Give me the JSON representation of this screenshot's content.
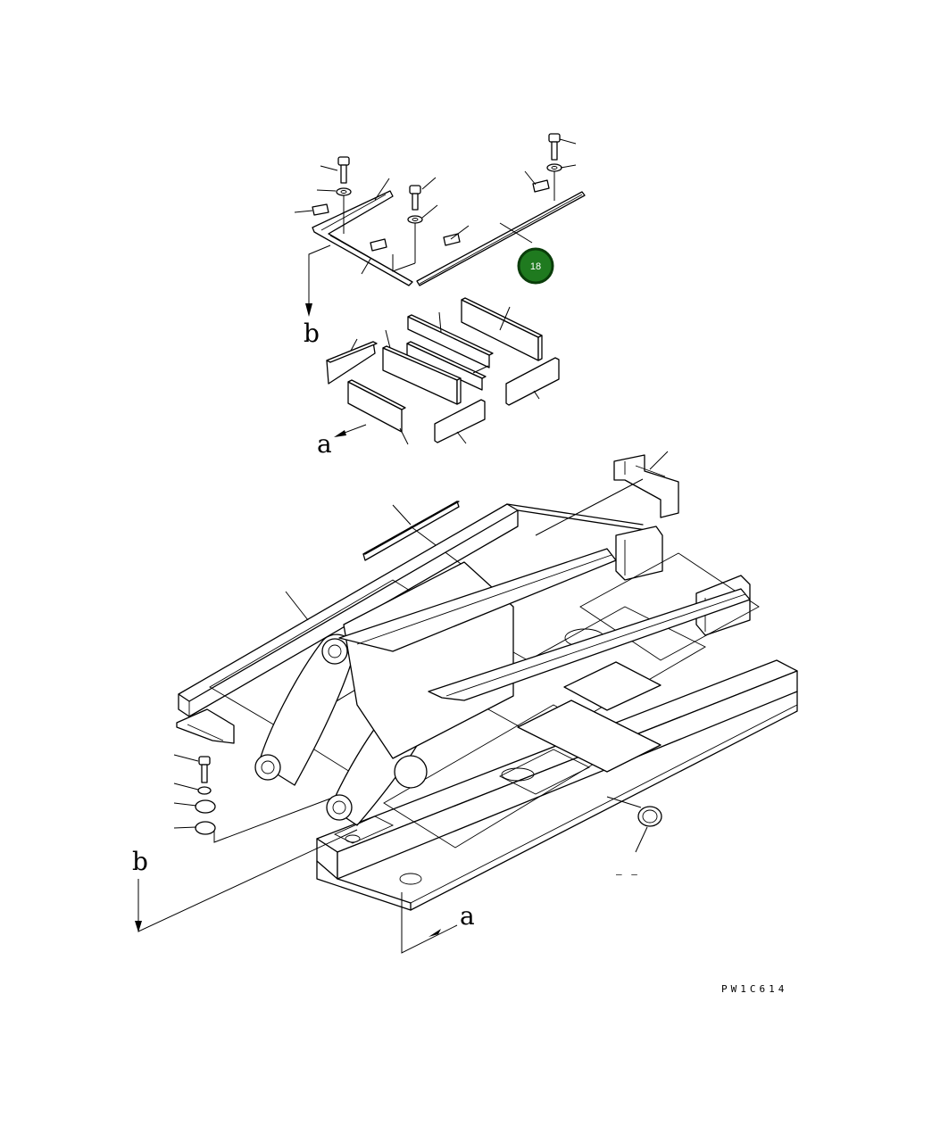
{
  "diagram": {
    "labels": {
      "b_top": "b",
      "a_top": "a",
      "b_bottom": "b",
      "a_bottom": "a",
      "dashes": "– –",
      "drawing_code": "PW1C614"
    },
    "callout": {
      "number": "18",
      "fill": "#1f7a1f",
      "ring": "#0a3d0a"
    }
  }
}
